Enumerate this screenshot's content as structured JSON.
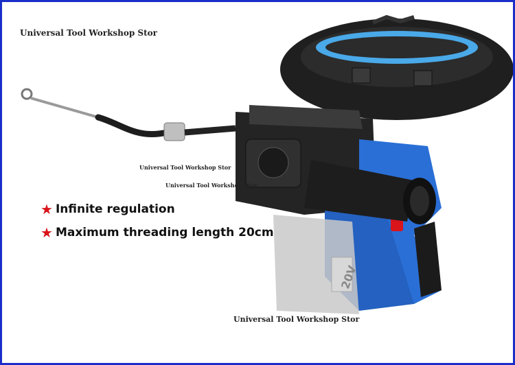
{
  "watermark": {
    "top": "Universal Tool Workshop Stor",
    "mid1": "Universal Tool Workshop Stor",
    "mid2": "Universal Tool Workshop Stor",
    "bottom": "Universal Tool Workshop Stor"
  },
  "features": [
    {
      "icon": "star-icon",
      "text": "Infinite regulation"
    },
    {
      "icon": "star-icon",
      "text": "Maximum threading length 20cm"
    }
  ],
  "battery_label": "20V",
  "colors": {
    "border": "#1a2fc9",
    "accent_blue": "#2a6fd6",
    "star_red": "#d9141a",
    "body_black": "#1b1b1b"
  }
}
